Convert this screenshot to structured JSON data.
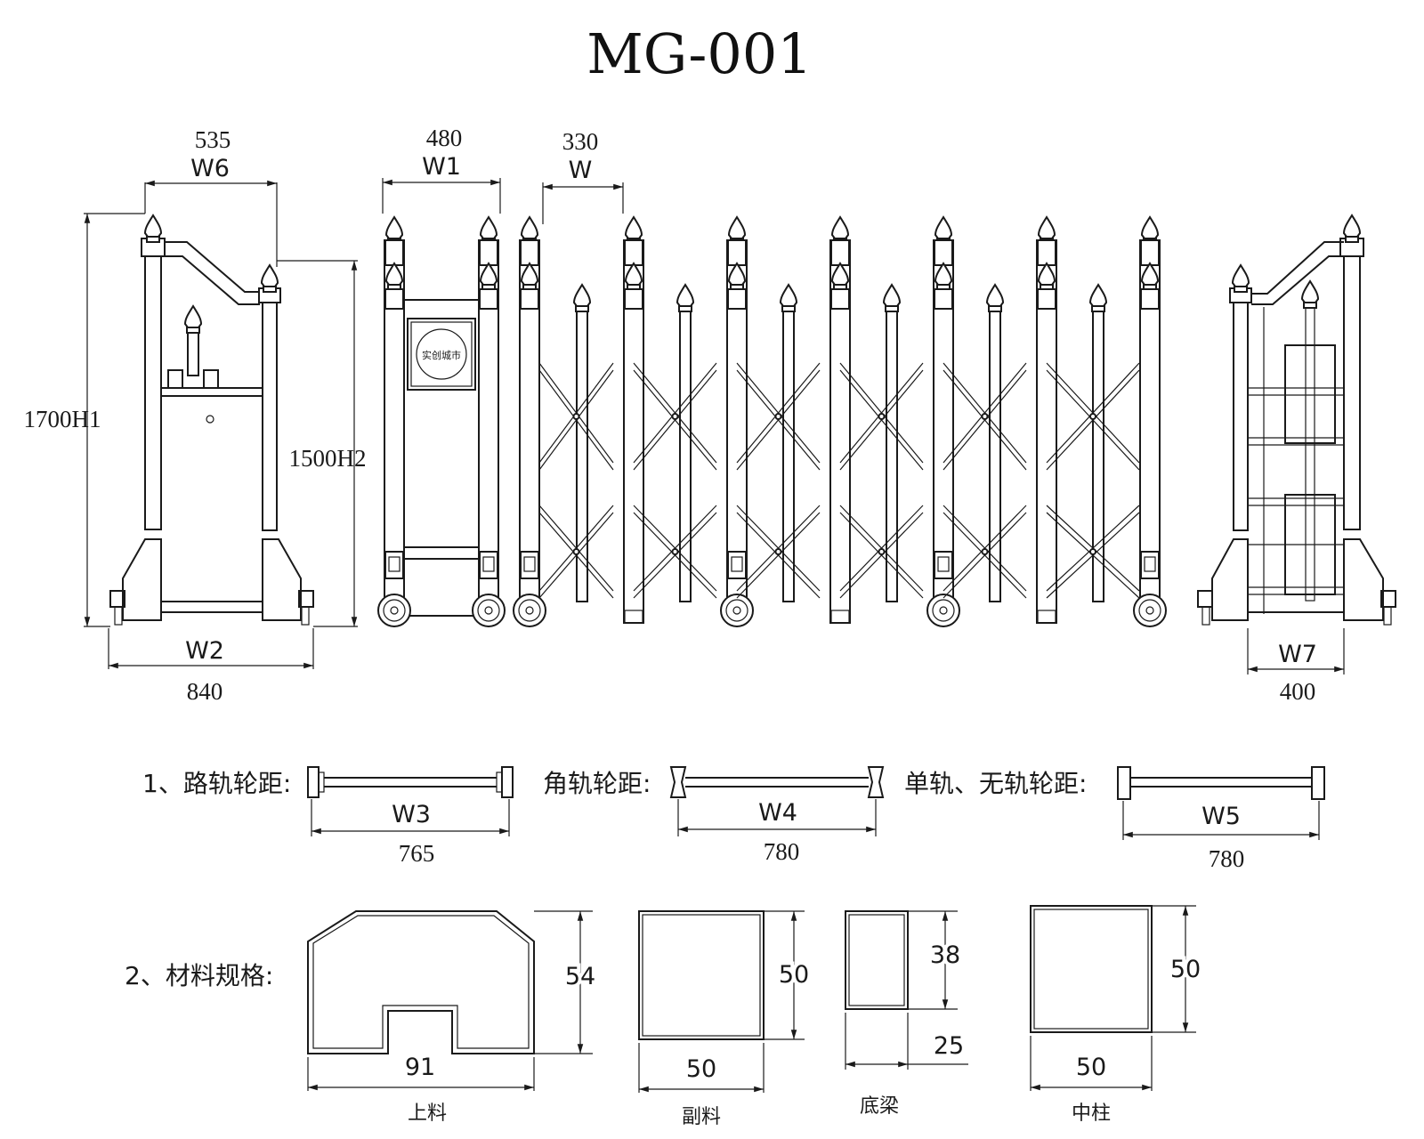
{
  "title": "MG-001",
  "dimensions": {
    "w6_value": "535",
    "w6_label": "W6",
    "w1_value": "480",
    "w1_label": "W1",
    "w_value": "330",
    "w_label": "W",
    "h1": "1700H1",
    "h2": "1500H2",
    "w2_label": "W2",
    "w2_value": "840",
    "w7_label": "W7",
    "w7_value": "400"
  },
  "panel_logo_text": "实创城市",
  "wheelbase": {
    "section_label": "1、路轨轮距:",
    "track": {
      "label": "W3",
      "value": "765"
    },
    "corner_label": "角轨轮距:",
    "corner": {
      "label": "W4",
      "value": "780"
    },
    "single_label": "单轨、无轨轮距:",
    "single": {
      "label": "W5",
      "value": "780"
    }
  },
  "materials": {
    "section_label": "2、材料规格:",
    "items": [
      {
        "name": "上料",
        "width": "91",
        "height": "54"
      },
      {
        "name": "副料",
        "width": "50",
        "height": "50"
      },
      {
        "name": "底梁",
        "width": "25",
        "height": "38"
      },
      {
        "name": "中柱",
        "width": "50",
        "height": "50"
      }
    ]
  }
}
